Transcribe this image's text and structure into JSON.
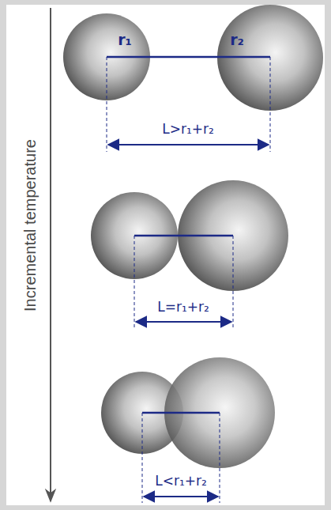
{
  "diagram": {
    "labels": [
      "r₁",
      "r₂",
      "L>r₁+r₂",
      "L=r₁+r₂",
      "L<r₁+r₂",
      "Incremental temperature"
    ]
  }
}
